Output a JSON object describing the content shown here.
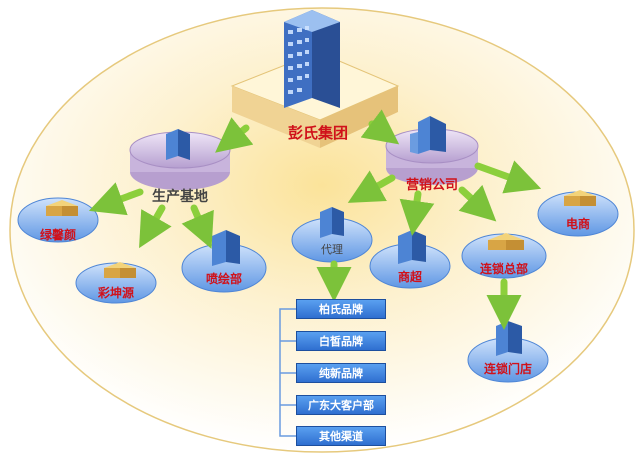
{
  "colors": {
    "label_red": "#d0111a",
    "node_blue": "#3f7ed8",
    "node_purple": "#b9a3cf",
    "arrow_green": "#8ccf3c",
    "halo": "#f7d783"
  },
  "hq": {
    "name": "彭氏集团"
  },
  "production": {
    "name": "生产基地",
    "children": [
      "绿馨颜",
      "彩坤源",
      "喷绘部"
    ]
  },
  "marketing": {
    "name": "营销公司"
  },
  "channels": {
    "agent": "代理",
    "supermarket": "商超",
    "chain_hq": "连锁总部",
    "chain_store": "连锁门店",
    "ecommerce": "电商"
  },
  "brands": [
    "柏氏品牌",
    "白皙品牌",
    "纯新品牌",
    "广东大客户部",
    "其他渠道"
  ],
  "icons": {
    "hq": "skyscraper-icon",
    "office": "office-building-icon",
    "factory": "factory-icon",
    "store": "storefront-icon"
  }
}
